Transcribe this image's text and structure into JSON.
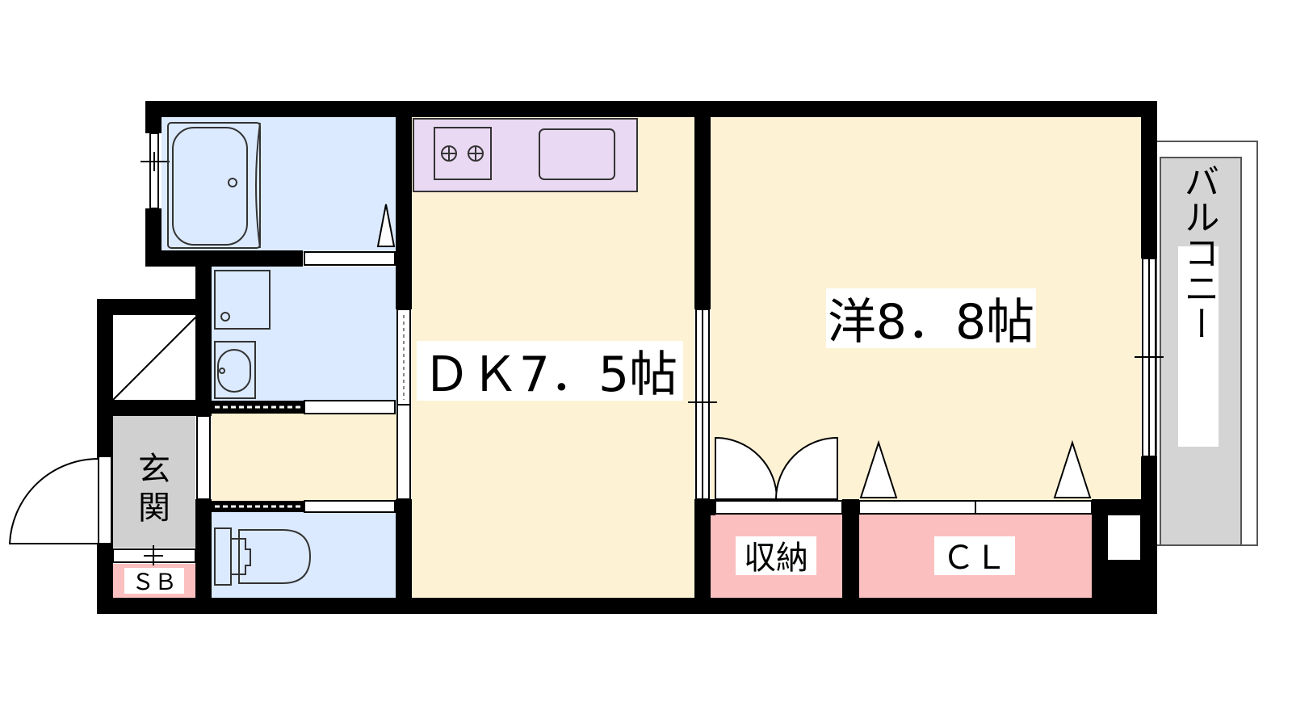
{
  "rooms": {
    "dk": {
      "label": "ＤＫ7．5帖"
    },
    "western": {
      "label": "洋8．8帖"
    },
    "entrance": {
      "label_top": "玄",
      "label_bottom": "関"
    },
    "shoe_box": {
      "label": "ＳＢ"
    },
    "storage": {
      "label": "収納"
    },
    "closet": {
      "label": "ＣＬ"
    },
    "balcony": {
      "label": "バルコニー"
    }
  },
  "colors": {
    "wall": "#000000",
    "living": "#fdf2d4",
    "wet_area": "#dbeafe",
    "kitchen": "#ead9f2",
    "storage": "#fbbfbf",
    "balcony": "#d4d4d4",
    "entrance": "#d0d0d0"
  }
}
